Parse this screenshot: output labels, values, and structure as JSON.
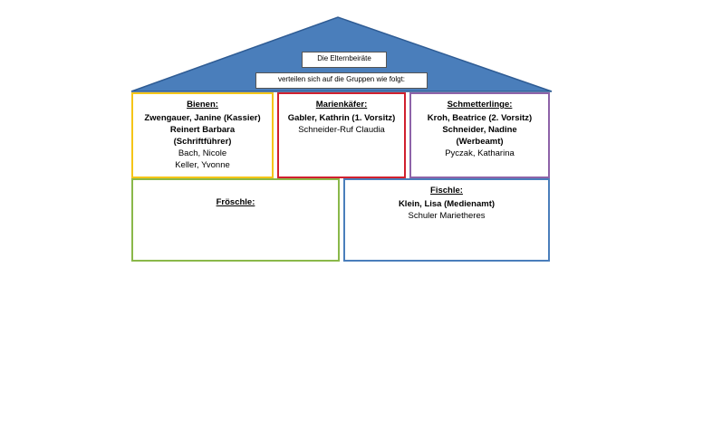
{
  "roof": {
    "line1": "Die Elternbeiräte",
    "line2": "verteilen sich auf die Gruppen wie folgt:"
  },
  "groups": {
    "bienen": {
      "title": "Bienen:",
      "members": [
        "Zwengauer, Janine (Kassier)",
        "Reinert Barbara",
        "(Schriftführer)",
        "Bach, Nicole",
        "Keller, Yvonne"
      ],
      "color": "#F5C518"
    },
    "marienkaefer": {
      "title": "Marienkäfer:",
      "members": [
        "Gabler, Kathrin (1. Vorsitz)",
        "Schneider-Ruf Claudia"
      ],
      "color": "#D0202E"
    },
    "schmetterlinge": {
      "title": "Schmetterlinge:",
      "members": [
        "Kroh, Beatrice (2. Vorsitz)",
        "Schneider, Nadine",
        "(Werbeamt)",
        "Pyczak, Katharina"
      ],
      "color": "#8E63A8"
    },
    "froeschle": {
      "title": "Fröschle:",
      "members": [],
      "color": "#8AB84A"
    },
    "fischle": {
      "title": "Fischle:",
      "members": [
        "Klein, Lisa (Medienamt)",
        "Schuler Marietheres"
      ],
      "color": "#4A7EBB"
    }
  },
  "colors": {
    "roof_fill": "#4A7EBB",
    "roof_stroke": "#2F5C94"
  }
}
